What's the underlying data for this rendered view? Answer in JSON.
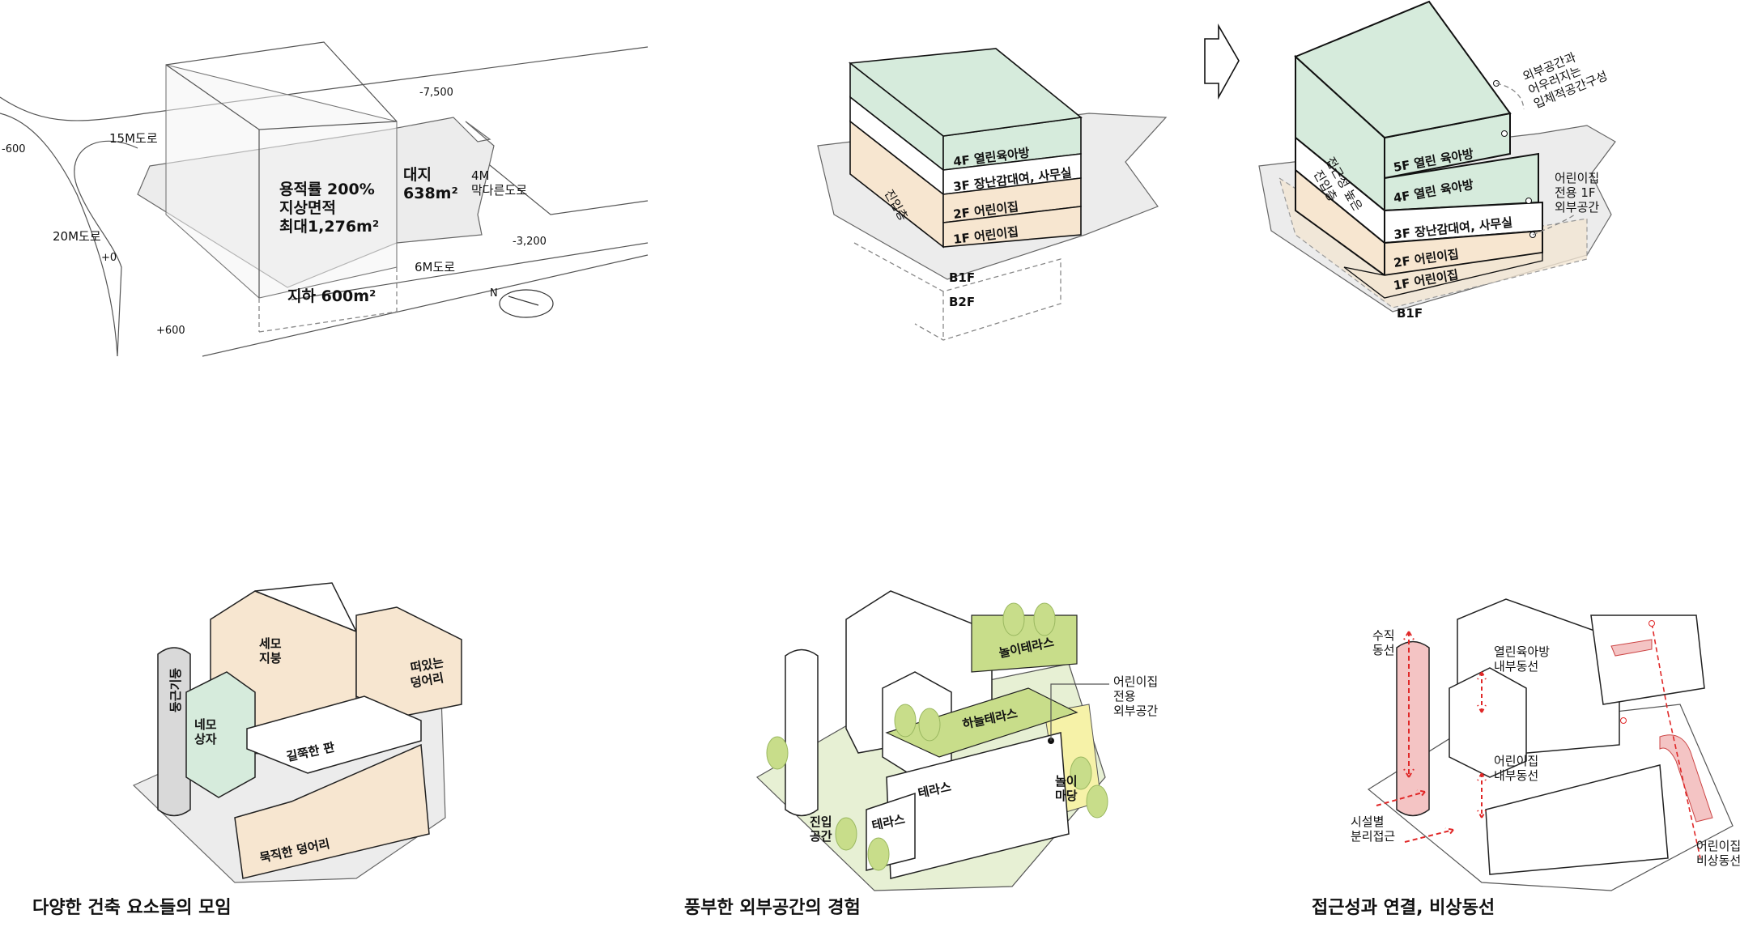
{
  "site_plan": {
    "far": "용적률 200%",
    "gfa_label": "지상면적",
    "gfa_max": "최대1,276m²",
    "site_label": "대지",
    "site_area": "638m²",
    "basement": "지하 600m²",
    "road_15m": "15M도로",
    "road_20m": "20M도로",
    "road_6m": "6M도로",
    "road_4m": "4M",
    "road_4m_sub": "막다른도로",
    "lvl_m7500": "-7,500",
    "lvl_m3200": "-3,200",
    "lvl_m600": "-600",
    "lvl_0": "+0",
    "lvl_600": "+600",
    "north": "N"
  },
  "stack_a": {
    "floors": [
      "4F 열린육아방",
      "3F 장난감대여, 사무실",
      "2F 어린이집",
      "1F 어린이집"
    ],
    "basements": [
      "B1F",
      "B2F"
    ],
    "side_label": "진입층"
  },
  "stack_b": {
    "floors": [
      "5F 열린 육아방",
      "4F 열린 육아방",
      "3F 장난감대여, 사무실",
      "2F 어린이집",
      "1F 어린이집"
    ],
    "basement": "B1F",
    "side_label_1": "접근성 높은",
    "side_label_2": "진입층",
    "note_1": [
      "외부공간과",
      "어우러지는",
      "입체적공간구성"
    ],
    "note_2": [
      "어린이집",
      "전용 1F",
      "외부공간"
    ]
  },
  "diagram_1": {
    "caption": "다양한 건축 요소들의 모임",
    "labels": {
      "saemo": [
        "세모",
        "지붕"
      ],
      "dungeun": "둥근기둥",
      "nemo": [
        "네모",
        "상자"
      ],
      "floating": [
        "떠있는",
        "덩어리"
      ],
      "long_plate": "길쭉한 판",
      "heavy": "묵직한 덩어리"
    }
  },
  "diagram_2": {
    "caption": "풍부한 외부공간의 경험",
    "labels": {
      "play_terrace": "놀이테라스",
      "sky_terrace": "하늘테라스",
      "terrace_1": "테라스",
      "terrace_2": "테라스",
      "entry": [
        "진입",
        "공간"
      ],
      "play_yard": [
        "놀이",
        "마당"
      ],
      "daycare_note": [
        "어린이집",
        "전용",
        "외부공간"
      ]
    }
  },
  "diagram_3": {
    "caption": "접근성과 연결, 비상동선",
    "labels": {
      "vertical": [
        "수직",
        "동선"
      ],
      "open_room": [
        "열린육아방",
        "내부동선"
      ],
      "daycare_inner": [
        "어린이집",
        "내부동선"
      ],
      "separate": [
        "시설별",
        "분리접근"
      ],
      "emergency": [
        "어린이집",
        "비상동선"
      ]
    }
  },
  "colors": {
    "green": "#d6ebdc",
    "beige": "#f7e6d0",
    "grey": "#d9d9d9",
    "leaf": "#c8dd8a",
    "yellow": "#f6f2a8",
    "pink": "#f4c4c4",
    "red_dash": "#e02828"
  }
}
